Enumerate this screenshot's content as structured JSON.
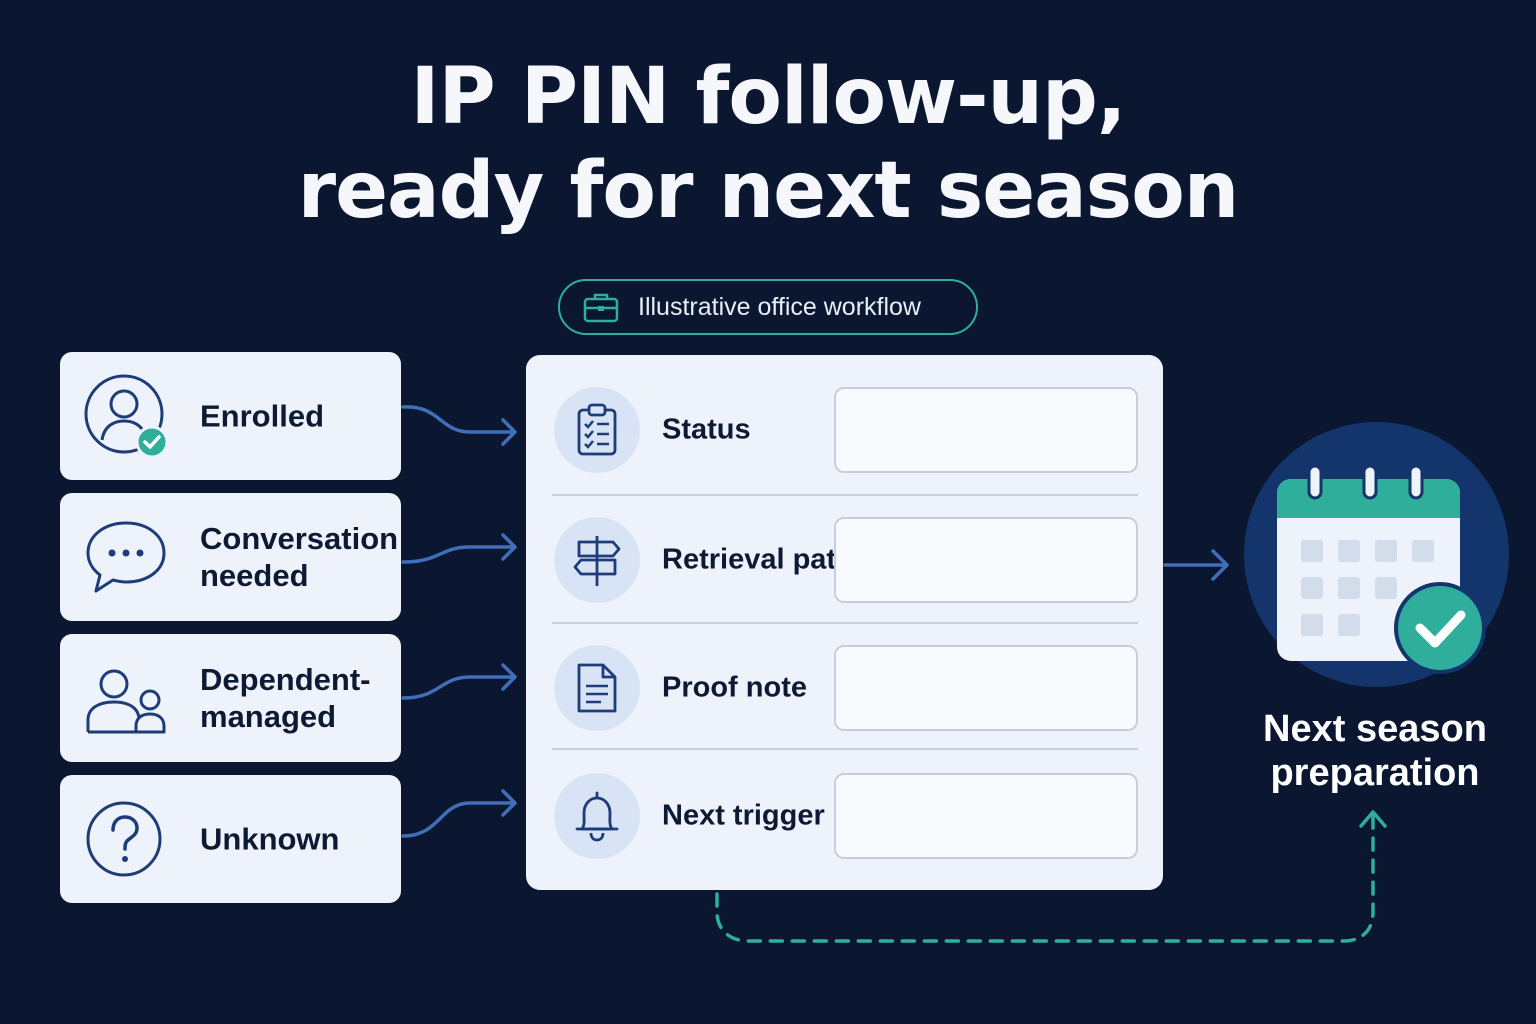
{
  "title": {
    "line1": "IP PIN follow-up,",
    "line2": "ready for next season"
  },
  "badge": {
    "label": "Illustrative office workflow",
    "icon": "briefcase-icon"
  },
  "categories": [
    {
      "label": "Enrolled",
      "icon": "user-check-icon"
    },
    {
      "label": "Conversation\nneeded",
      "icon": "chat-bubble-icon"
    },
    {
      "label": "Dependent-\nmanaged",
      "icon": "people-icon"
    },
    {
      "label": "Unknown",
      "icon": "question-icon"
    }
  ],
  "record": {
    "rows": [
      {
        "label": "Status",
        "icon": "clipboard-checklist-icon",
        "value": ""
      },
      {
        "label": "Retrieval path",
        "icon": "signpost-icon",
        "value": ""
      },
      {
        "label": "Proof note",
        "icon": "document-icon",
        "value": ""
      },
      {
        "label": "Next trigger",
        "icon": "bell-icon",
        "value": ""
      }
    ]
  },
  "outcome": {
    "label": "Next season\npreparation",
    "icon": "calendar-check-icon"
  },
  "colors": {
    "background": "#0b1630",
    "card": "#eef3fb",
    "accent_teal": "#2fae9c",
    "accent_blue": "#3f6fb8",
    "icon_navy": "#1d3c78"
  }
}
